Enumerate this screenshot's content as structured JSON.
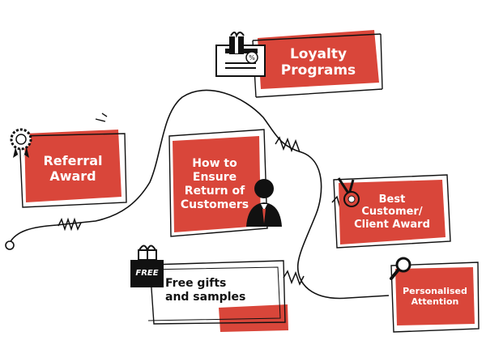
{
  "colors": {
    "accent": "#d9463a",
    "ink": "#111111",
    "label": "#ffffff"
  },
  "center": {
    "lines": [
      "How to",
      "Ensure",
      "Return of",
      "Customers"
    ],
    "icon": "businessman-icon"
  },
  "nodes": [
    {
      "id": "loyalty",
      "lines": [
        "Loyalty",
        "Programs"
      ],
      "icon": "gift-voucher-icon"
    },
    {
      "id": "referral",
      "lines": [
        "Referral",
        "Award"
      ],
      "icon": "award-rosette-icon"
    },
    {
      "id": "best",
      "lines": [
        "Best",
        "Customer/",
        "Client Award"
      ],
      "icon": "medal-icon"
    },
    {
      "id": "free",
      "lines": [
        "Free gifts",
        "and samples"
      ],
      "icon": "free-gift-icon",
      "badge": "FREE"
    },
    {
      "id": "personalised",
      "lines": [
        "Personalised",
        "Attention"
      ],
      "icon": "magnifier-icon"
    }
  ]
}
